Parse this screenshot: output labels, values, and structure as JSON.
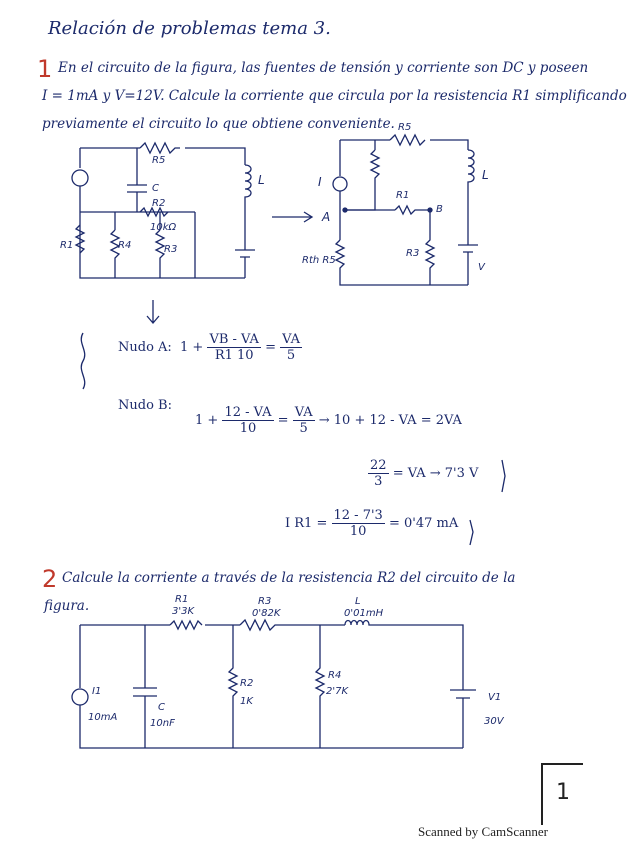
{
  "header": {
    "title": "Relación de problemas tema 3."
  },
  "problem1": {
    "number": "1",
    "lines": [
      "En el circuito de la figura, las fuentes de tensión y corriente son DC y poseen",
      "I = 1mA y V=12V. Calcule la corriente que circula por la resistencia R1 simplificando",
      "previamente el circuito lo que obtiene conveniente."
    ],
    "circuit_left": {
      "labels": [
        "R5",
        "C",
        "R2",
        "10kΩ",
        "R1",
        "R4",
        "R3",
        "L"
      ]
    },
    "circuit_right": {
      "labels": [
        "R5",
        "I",
        "R1",
        "A",
        "B",
        "L",
        "R3",
        "Rth R5",
        "V"
      ]
    },
    "arrow_label": "A",
    "node_a_label": "Nudo A:",
    "eq1": {
      "lhs_const": "1 +",
      "num": "VB - VA",
      "den": "R1 10",
      "rhs_num": "VA",
      "rhs_den": "5"
    },
    "node_label2": "Nudo B:",
    "eq2": {
      "lhs_const": "1 +",
      "num": "12 - VA",
      "den": "10",
      "rhs_num": "VA",
      "rhs_den": "5",
      "tail": "→ 10 + 12 - VA = 2VA"
    },
    "eq3": {
      "num": "22",
      "den": "3",
      "tail": "= VA → 7'3 V"
    },
    "eq4": {
      "lhs": "I R1 =",
      "num": "12 - 7'3",
      "den": "10",
      "tail": "= 0'47 mA"
    }
  },
  "problem2": {
    "number": "2",
    "lines": [
      "Calcule la corriente a través de la resistencia R2 del circuito de la",
      "figura."
    ],
    "circuit": {
      "R1": "R1",
      "R1_val": "3'3K",
      "R3": "R3",
      "R3_val": "0'82K",
      "L": "L",
      "L_val": "0'01mH",
      "I1": "I1",
      "I1_val": "10mA",
      "C": "C",
      "C_val": "10nF",
      "R2": "R2",
      "R2_val": "1K",
      "R4": "R4",
      "R4_val": "2'7K",
      "V1": "V1",
      "V1_val": "30V"
    }
  },
  "footer": {
    "page": "1",
    "scanner": "Scanned by CamScanner"
  }
}
